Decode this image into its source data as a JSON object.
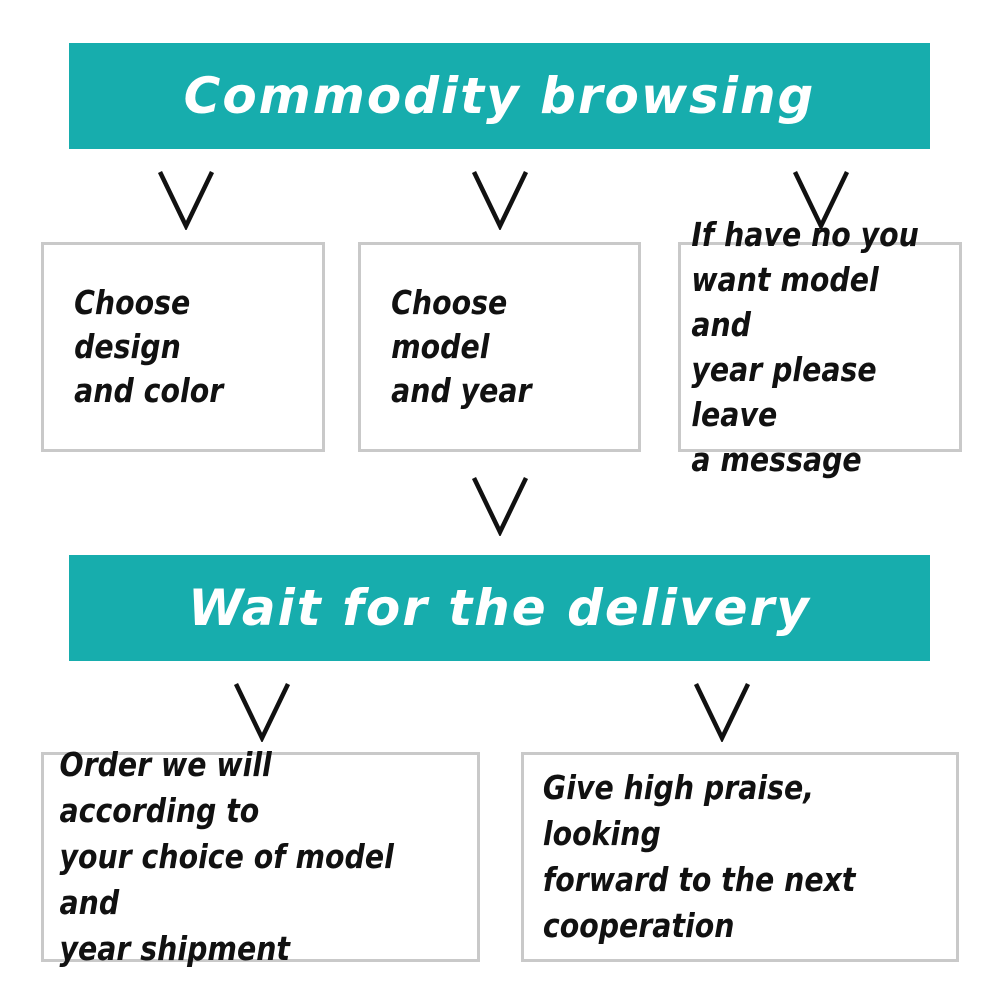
{
  "flow": {
    "top_banner": "Commodity browsing",
    "options": {
      "design": "Choose design\nand color",
      "model": "Choose model\nand year",
      "message": "If have no you\nwant model and\nyear please leave\na message"
    },
    "bottom_banner": "Wait for the delivery",
    "final_steps": {
      "order": "Order we will according to\nyour choice of model and\nyear shipment",
      "praise": "Give high praise, looking\nforward to the next\ncooperation"
    }
  },
  "colors": {
    "banner": "#17adad",
    "banner_text": "#ffffff",
    "box_border": "#c9c9c9",
    "arrow": "#111111"
  },
  "icons": {
    "arrow": "chevron-down-icon"
  }
}
